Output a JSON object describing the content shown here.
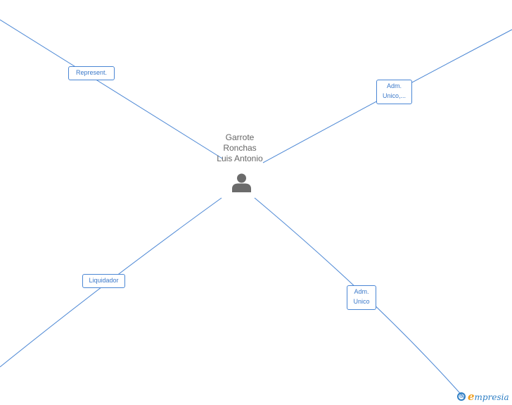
{
  "center": {
    "name_lines": [
      "Garrote",
      "Ronchas",
      "Luis Antonio"
    ],
    "icon": "person-icon"
  },
  "roles": [
    {
      "id": "represent",
      "lines": [
        "Represent."
      ]
    },
    {
      "id": "adm-unico-top",
      "lines": [
        "Adm.",
        "Unico,..."
      ]
    },
    {
      "id": "liquidador",
      "lines": [
        "Liquidador"
      ]
    },
    {
      "id": "adm-unico-bottom",
      "lines": [
        "Adm.",
        "Unico"
      ]
    }
  ],
  "brand": {
    "copyright_symbol": "©",
    "initial": "e",
    "rest": "mpresia"
  },
  "colors": {
    "edge": "#4a86d4",
    "box_border": "#4a86d4",
    "box_text": "#3a78c9",
    "center_text": "#666666",
    "icon": "#6b6b6b",
    "brand_blue": "#2f7fc4",
    "brand_orange": "#f0a020"
  }
}
